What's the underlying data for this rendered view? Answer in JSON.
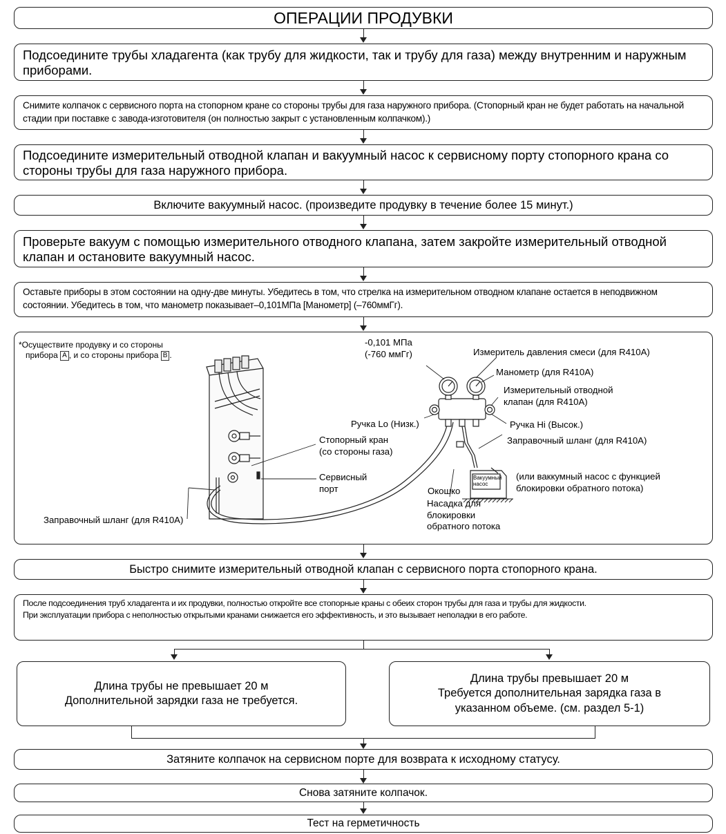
{
  "title": "ОПЕРАЦИИ ПРОДУВКИ",
  "steps": [
    "Подсоедините трубы хладагента (как трубу для жидкости, так и трубу для газа) между внутренним и наружным приборами.",
    "Снимите колпачок с сервисного порта на стопорном кране со стороны трубы для газа наружного прибора. (Стопорный кран не будет работать на начальной стадии при поставке с завода-изготовителя (он полностью закрыт с установленным колпачком).)",
    "Подсоедините измерительный отводной клапан и вакуумный насос к сервисному порту стопорного крана со стороны трубы для газа наружного прибора.",
    "Включите вакуумный насос. (произведите продувку в течение более 15 минут.)",
    "Проверьте вакуум с помощью измерительного отводного клапана, затем закройте измерительный отводной клапан и остановите вакуумный насос.",
    "Оставьте приборы в этом состоянии на одну-две минуты. Убедитесь в том, что стрелка на измерительном отводном клапане остается в неподвижном состоянии. Убедитесь в том, что манометр показывает–0,101МПа [Манометр] (–760ммГг)."
  ],
  "diagram": {
    "note_line1": "*Осуществите продувку и со стороны",
    "note_line2_a": "прибора",
    "unit_a": "A",
    "note_line2_b": ", и со стороны прибора",
    "unit_b": "B",
    "note_line2_c": ".",
    "pressure_mpa": "-0,101 МПа",
    "pressure_mmhg": "(-760 ммГг)",
    "compound_gauge": "Измеритель давления смеси (для R410A)",
    "manometer": "Манометр (для R410A)",
    "manifold_line1": "Измерительный отводной",
    "manifold_line2": "клапан (для R410A)",
    "handle_lo": "Ручка Lo (Низк.)",
    "handle_hi": "Ручка Hi (Высок.)",
    "charge_hose_right": "Заправочный шланг (для R410A)",
    "stop_valve_line1": "Стопорный кран",
    "stop_valve_line2": "(со стороны газа)",
    "service_port_line1": "Сервисный",
    "service_port_line2": "порт",
    "pump_label_line1": "Вакуумный",
    "pump_label_line2": "насос",
    "pump_alt_line1": "(или ваккумный насос с функцией",
    "pump_alt_line2": "блокировки обратного потока)",
    "window": "Окошко",
    "adapter_line1": "Насадка для",
    "adapter_line2": "блокировки",
    "adapter_line3": "обратного потока",
    "charge_hose_left": "Заправочный шланг (для R410A)"
  },
  "after_steps": [
    "Быстро снимите измерительный отводной клапан с сервисного порта стопорного крана.",
    "После подсоединения труб хладагента и их продувки, полностью откройте все стопорные краны с обеих сторон трубы для газа и трубы для жидкости.",
    "При эксплуатации прибора с неполностью открытыми кранами снижается его эффективность, и это вызывает неполадки в его работе."
  ],
  "branch_left": [
    "Длина трубы не превышает 20 м",
    "Дополнительной зарядки газа не требуется."
  ],
  "branch_right": [
    "Длина трубы превышает 20 м",
    "Требуется дополнительная зарядка газа в",
    "указанном объеме. (см. раздел 5-1)"
  ],
  "final_steps": [
    "Затяните колпачок на сервисном порте для возврата к исходному статусу.",
    "Снова затяните колпачок.",
    "Тест на герметичность"
  ]
}
